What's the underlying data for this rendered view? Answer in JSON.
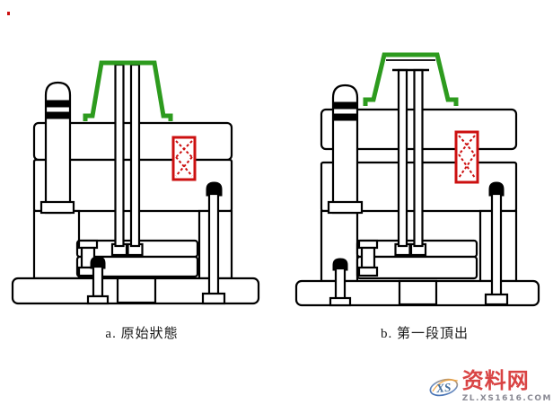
{
  "figure": {
    "title": "two-stage mold ejection diagram",
    "panels": [
      {
        "id": "a",
        "caption": "a. 原始狀態"
      },
      {
        "id": "b",
        "caption": "b. 第一段頂出"
      }
    ]
  },
  "watermark": {
    "logo_text": "XS",
    "site_name": "资料网",
    "site_url": "ZL.XS1616.COM"
  },
  "colors": {
    "background": "#ffffff",
    "line": "#000000",
    "part_green": "#2d9b1e",
    "spring_red": "#cc1010",
    "logo_blue": "#46709e",
    "logo_orange": "#f29b38",
    "logo_red": "#d94444",
    "logo_gray": "#8a8a94"
  }
}
